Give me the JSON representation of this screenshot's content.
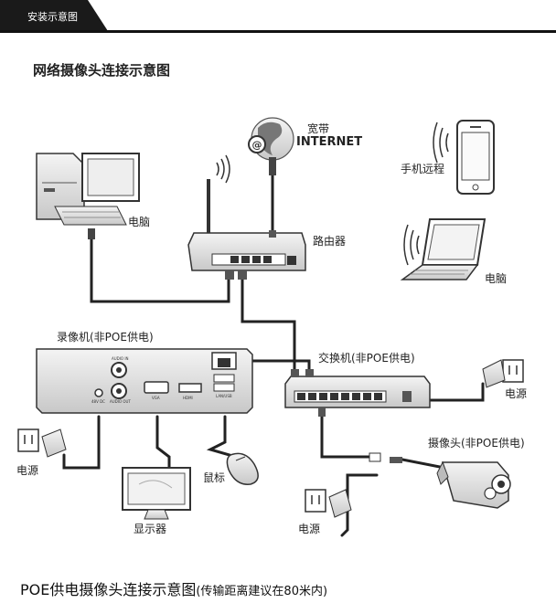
{
  "header": {
    "tab_label": "安装示意图"
  },
  "section1": {
    "title": "网络摄像头连接示意图"
  },
  "labels": {
    "broadband": "宽带",
    "internet": "INTERNET",
    "mobile_remote": "手机远程",
    "computer_left": "电脑",
    "router": "路由器",
    "laptop": "电脑",
    "nvr": "录像机(非POE供电)",
    "switch": "交换机(非POE供电)",
    "power_switch": "电源",
    "camera": "摄像头(非POE供电)",
    "power_nvr": "电源",
    "mouse": "鼠标",
    "monitor": "显示器",
    "power_camera": "电源"
  },
  "nvr_ports": {
    "audio_in": "AUDIO IN",
    "audio_out": "AUDIO OUT",
    "power": "48V DC",
    "vga": "VGA",
    "hdmi": "HDMI",
    "lan_usb": "LAN/USB"
  },
  "section2": {
    "title": "POE供电摄像头连接示意图",
    "note": "(传输距离建议在80米内)"
  },
  "icons": [
    "internet-globe-icon",
    "wifi-signal-icon",
    "smartphone-icon",
    "desktop-computer-icon",
    "router-icon",
    "laptop-icon",
    "nvr-recorder-icon",
    "network-switch-icon",
    "power-adapter-icon",
    "bullet-camera-icon",
    "mouse-icon",
    "monitor-icon"
  ]
}
